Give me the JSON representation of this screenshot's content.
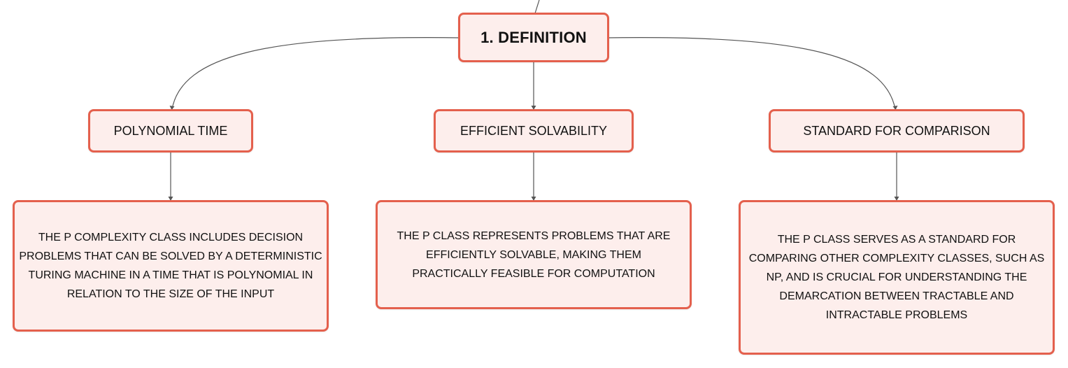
{
  "root": {
    "label": "1. DEFINITION"
  },
  "branches": [
    {
      "label": "POLYNOMIAL TIME",
      "detail": "THE P COMPLEXITY CLASS INCLUDES DECISION PROBLEMS THAT CAN BE SOLVED BY A DETERMINISTIC TURING MACHINE IN A TIME THAT IS POLYNOMIAL IN RELATION TO THE SIZE OF THE INPUT"
    },
    {
      "label": "EFFICIENT SOLVABILITY",
      "detail": "THE P CLASS REPRESENTS PROBLEMS THAT ARE EFFICIENTLY SOLVABLE, MAKING THEM PRACTICALLY FEASIBLE FOR COMPUTATION"
    },
    {
      "label": "STANDARD FOR COMPARISON",
      "detail": "THE P CLASS SERVES AS A STANDARD FOR COMPARING OTHER COMPLEXITY CLASSES, SUCH AS NP, AND IS CRUCIAL FOR UNDERSTANDING THE DEMARCATION BETWEEN TRACTABLE AND INTRACTABLE PROBLEMS"
    }
  ],
  "colors": {
    "node_border": "#e4604d",
    "node_fill": "#fdeeec",
    "connector": "#555555"
  }
}
